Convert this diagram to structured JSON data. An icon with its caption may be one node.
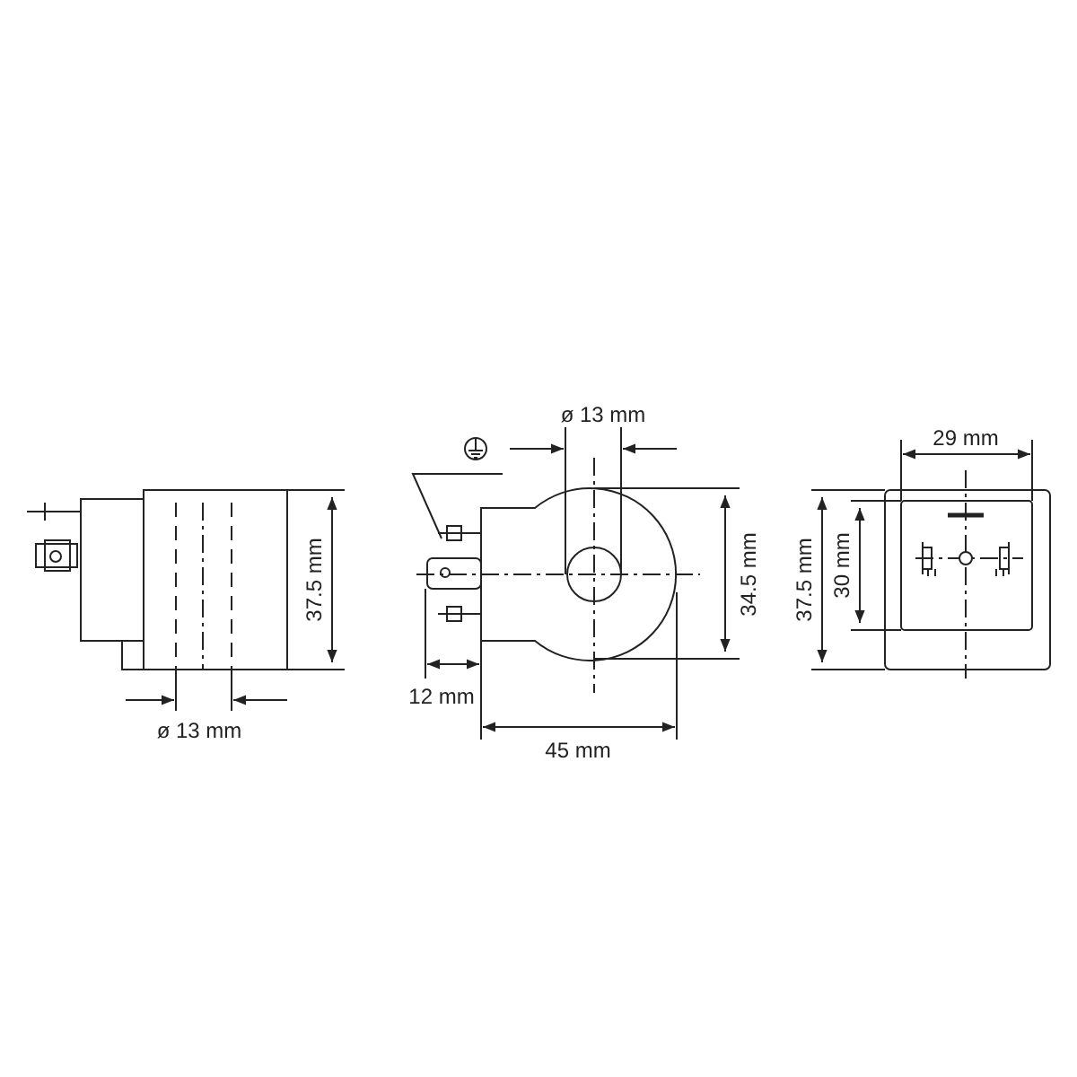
{
  "diagram": {
    "labels": [
      "ø 13 mm",
      "29 mm",
      "37.5 mm",
      "34.5 mm",
      "37.5 mm",
      "30 mm",
      "12 mm",
      "ø 13 mm",
      "45 mm"
    ]
  }
}
